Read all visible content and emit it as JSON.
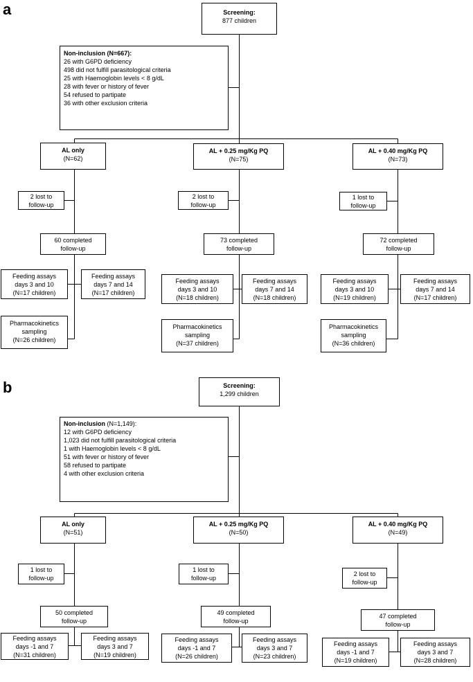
{
  "panels": [
    {
      "label": "a",
      "screening": {
        "title": "Screening:",
        "count": "877 children"
      },
      "non_inclusion": {
        "title_prefix": "Non-inclusion",
        "title_suffix": " (N=667):",
        "items": [
          "26 with G6PD deficiency",
          "498 did not fulfill parasitological criteria",
          "25 with Haemoglobin levels < 8 g/dL",
          "28 with fever or history of fever",
          "54 refused to partipate",
          "36 with other  exclusion criteria"
        ]
      },
      "arms": [
        {
          "name": "AL only",
          "n": "(N=62)",
          "lost": [
            "2 lost to",
            "follow-up"
          ],
          "completed": [
            "60 completed",
            "follow-up"
          ],
          "assay_left": [
            "Feeding assays",
            "days 3 and 10",
            "(N=17 children)"
          ],
          "assay_right": [
            "Feeding assays",
            "days 7 and 14",
            "(N=17 children)"
          ],
          "pk": [
            "Pharmacokinetics",
            "sampling",
            "(N=26 children)"
          ]
        },
        {
          "name": "AL + 0.25 mg/Kg PQ",
          "n": "(N=75)",
          "lost": [
            "2 lost to",
            "follow-up"
          ],
          "completed": [
            "73 completed",
            "follow-up"
          ],
          "assay_left": [
            "Feeding assays",
            "days 3 and 10",
            "(N=18 children)"
          ],
          "assay_right": [
            "Feeding assays",
            "days 7 and 14",
            "(N=18 children)"
          ],
          "pk": [
            "Pharmacokinetics",
            "sampling",
            "(N=37 children)"
          ]
        },
        {
          "name": "AL + 0.40 mg/Kg PQ",
          "n": "(N=73)",
          "lost": [
            "1 lost to",
            "follow-up"
          ],
          "completed": [
            "72 completed",
            "follow-up"
          ],
          "assay_left": [
            "Feeding assays",
            "days 3 and 10",
            "(N=19 children)"
          ],
          "assay_right": [
            "Feeding assays",
            "days 7 and 14",
            "(N=17 children)"
          ],
          "pk": [
            "Pharmacokinetics",
            "sampling",
            "(N=36 children)"
          ]
        }
      ]
    },
    {
      "label": "b",
      "screening": {
        "title": "Screening:",
        "count": "1,299 children"
      },
      "non_inclusion": {
        "title_prefix": "Non-inclusion",
        "title_suffix": " (N=1,149):",
        "items": [
          "12 with G6PD deficiency",
          "1,023 did not fulfill parasitological criteria",
          "1 with Haemoglobin levels < 8 g/dL",
          "51 with fever or history of fever",
          "58 refused to partipate",
          "4 with other  exclusion criteria"
        ]
      },
      "arms": [
        {
          "name": "AL only",
          "n": "(N=51)",
          "lost": [
            "1 lost to",
            "follow-up"
          ],
          "completed": [
            "50 completed",
            "follow-up"
          ],
          "assay_left": [
            "Feeding assays",
            "days -1 and 7",
            "(N=31 children)"
          ],
          "assay_right": [
            "Feeding assays",
            "days 3 and 7",
            "(N=19 children)"
          ]
        },
        {
          "name": "AL + 0.25 mg/Kg PQ",
          "n": "(N=50)",
          "lost": [
            "1 lost to",
            "follow-up"
          ],
          "completed": [
            "49 completed",
            "follow-up"
          ],
          "assay_left": [
            "Feeding assays",
            "days -1 and 7",
            "(N=26 children)"
          ],
          "assay_right": [
            "Feeding assays",
            "days 3 and 7",
            "(N=23 children)"
          ]
        },
        {
          "name": "AL + 0.40 mg/Kg PQ",
          "n": "(N=49)",
          "lost": [
            "2 lost to",
            "follow-up"
          ],
          "completed": [
            "47 completed",
            "follow-up"
          ],
          "assay_left": [
            "Feeding assays",
            "days -1 and 7",
            "(N=19 children)"
          ],
          "assay_right": [
            "Feeding assays",
            "days 3 and 7",
            "(N=28 children)"
          ]
        }
      ]
    }
  ]
}
